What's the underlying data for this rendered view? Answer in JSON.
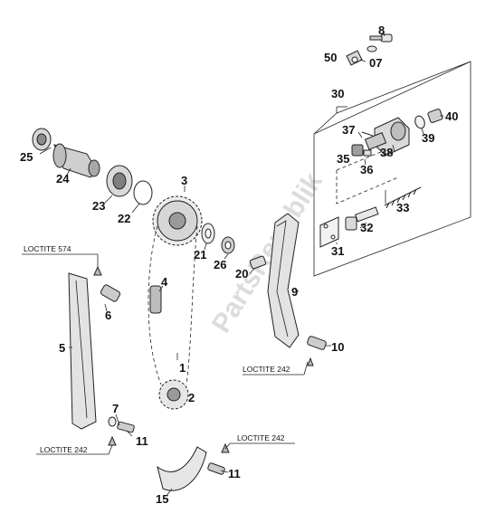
{
  "watermark": "PartsRepublik",
  "loctite_labels": {
    "l574": "LOCTITE 574",
    "l242_left": "LOCTITE 242",
    "l242_mid": "LOCTITE 242",
    "l242_right": "LOCTITE 242"
  },
  "part_numbers": {
    "p1": "1",
    "p2": "2",
    "p3": "3",
    "p4": "4",
    "p5": "5",
    "p6": "6",
    "p7": "7",
    "p8": "8",
    "p9": "9",
    "p10": "10",
    "p11a": "11",
    "p11b": "11",
    "p15": "15",
    "p20": "20",
    "p21": "21",
    "p22": "22",
    "p23": "23",
    "p24": "24",
    "p25": "25",
    "p26": "26",
    "p30": "30",
    "p31": "31",
    "p32": "32",
    "p33": "33",
    "p35": "35",
    "p36": "36",
    "p37": "37",
    "p38": "38",
    "p39": "39",
    "p40": "40",
    "p50": "50",
    "p07": "07"
  }
}
